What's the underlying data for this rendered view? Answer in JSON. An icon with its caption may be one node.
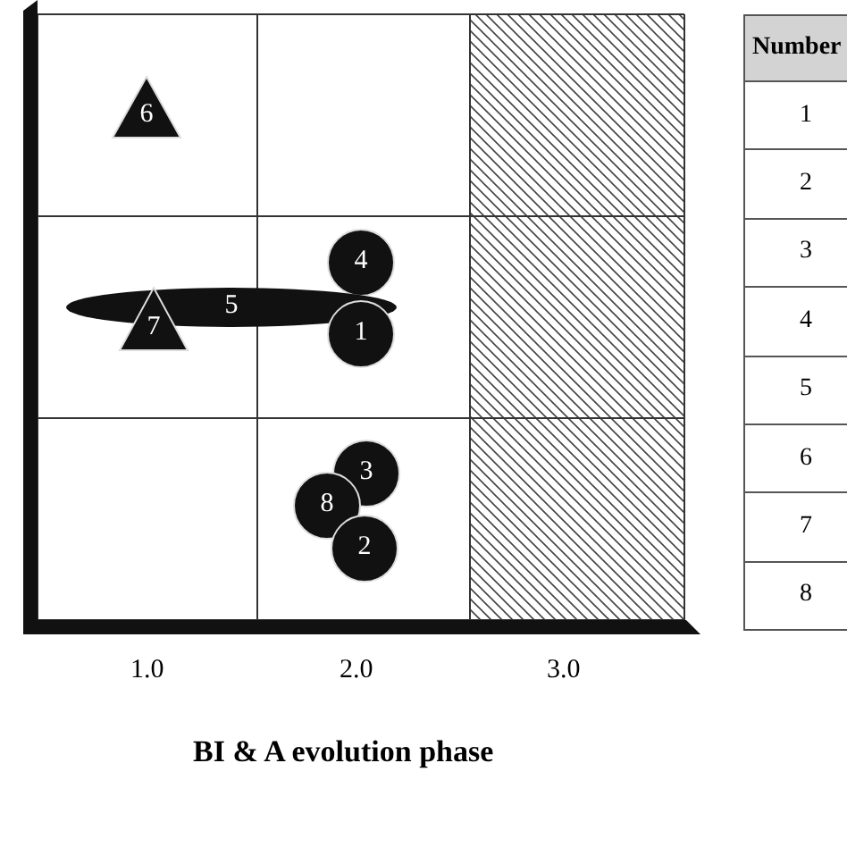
{
  "diagram": {
    "nodes": [
      {
        "text": [
          "6"
        ]
      },
      {
        "text": [
          "4"
        ]
      },
      {
        "text": [
          "5"
        ]
      },
      {
        "text": [
          "7"
        ]
      },
      {
        "text": [
          "1"
        ]
      },
      {
        "text": [
          "3"
        ]
      },
      {
        "text": [
          "8"
        ]
      },
      {
        "text": [
          "2"
        ]
      }
    ],
    "edges": [],
    "labels": [
      "1.0",
      "2.0",
      "3.0",
      "BI & A evolution phase",
      "Number",
      "1",
      "2",
      "3",
      "4",
      "5",
      "6",
      "7",
      "8"
    ]
  }
}
